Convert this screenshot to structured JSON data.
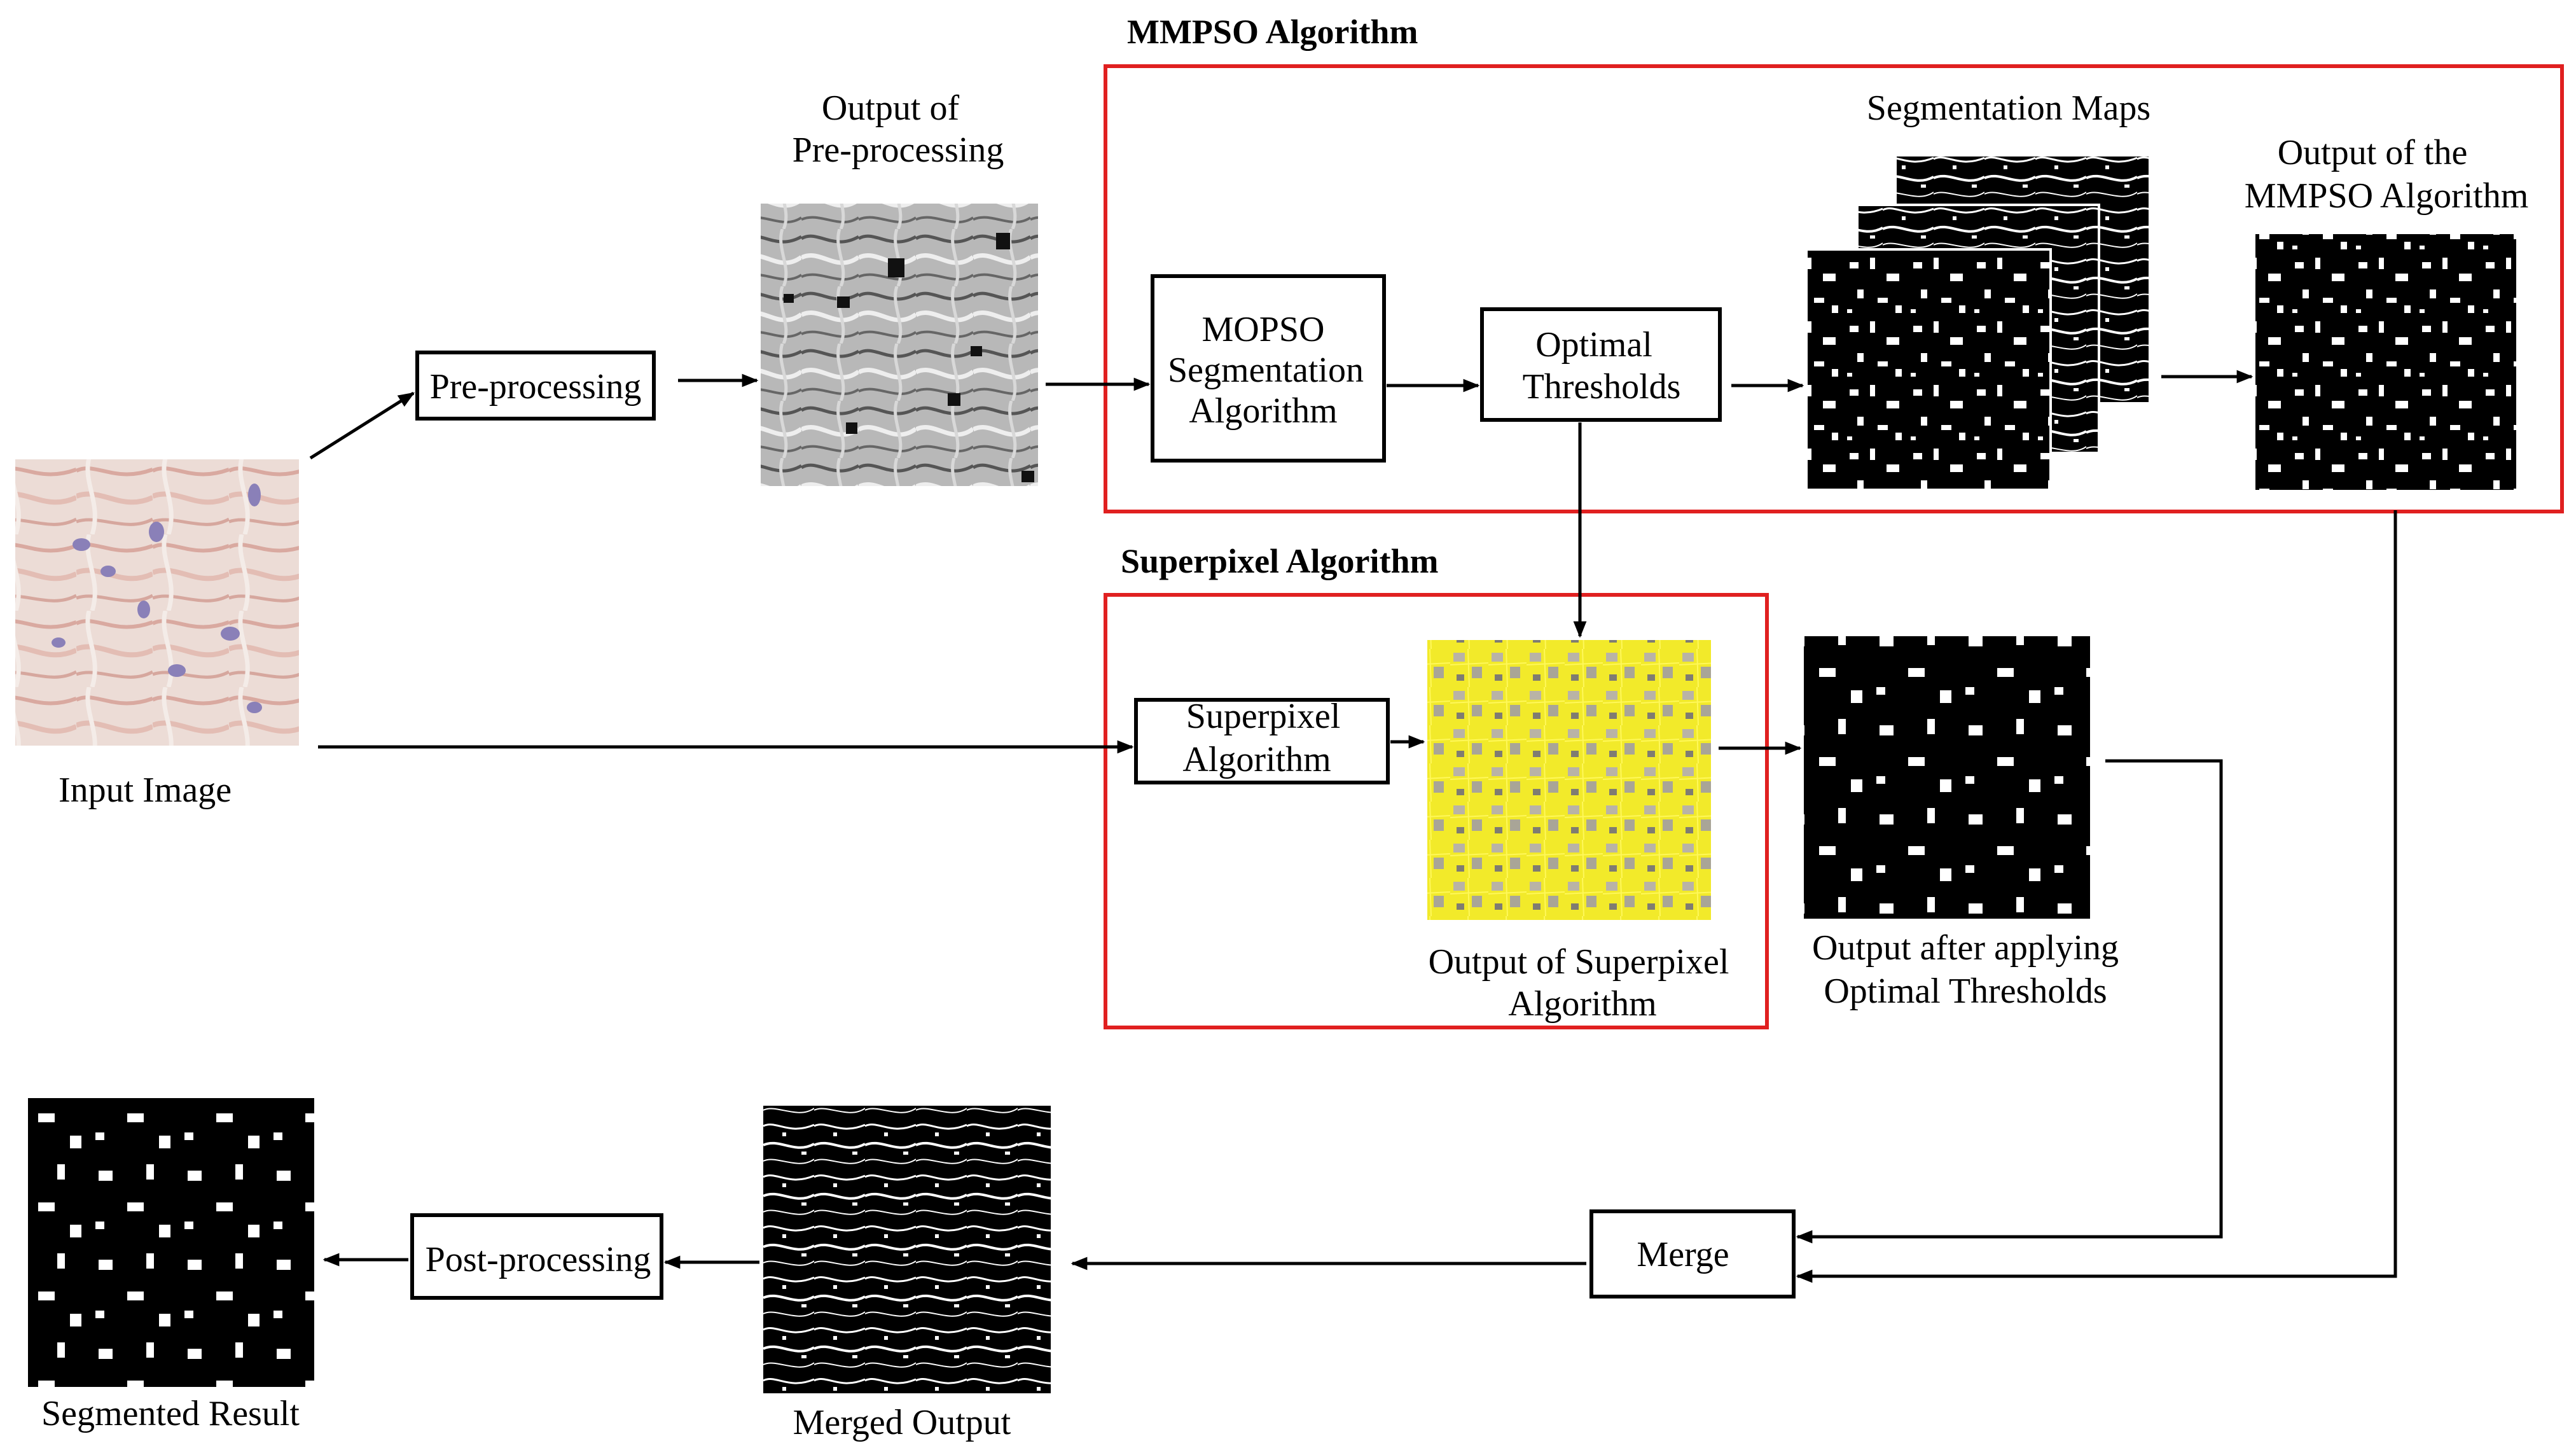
{
  "groups": {
    "mmpso_title": "MMPSO Algorithm",
    "superpixel_title": "Superpixel Algorithm"
  },
  "boxes": {
    "preprocessing": "Pre-processing",
    "mopso_line1": "MOPSO",
    "mopso_line2": "Segmentation",
    "mopso_line3": "Algorithm",
    "optimal_line1": "Optimal",
    "optimal_line2": "Thresholds",
    "superpixel_line1": "Superpixel",
    "superpixel_line2": "Algorithm",
    "merge": "Merge",
    "postprocessing": "Post-processing"
  },
  "captions": {
    "input_image": "Input Image",
    "output_preproc_line1": "Output of",
    "output_preproc_line2": "Pre-processing",
    "segmentation_maps": "Segmentation Maps",
    "output_mmpso_line1": "Output of the",
    "output_mmpso_line2": "MMPSO Algorithm",
    "output_superpixel_line1": "Output of  Superpixel",
    "output_superpixel_line2": "Algorithm",
    "output_thresholds_line1": "Output after applying",
    "output_thresholds_line2": "Optimal Thresholds",
    "merged_output": "Merged Output",
    "segmented_result": "Segmented Result"
  },
  "colors": {
    "group_border": "#e02020",
    "input_tissue": "#e9d6cf",
    "nuclei": "#8a80b8",
    "preproc_gray": "#9a9a9a",
    "superpixel_yellow": "#f2ea2a"
  }
}
